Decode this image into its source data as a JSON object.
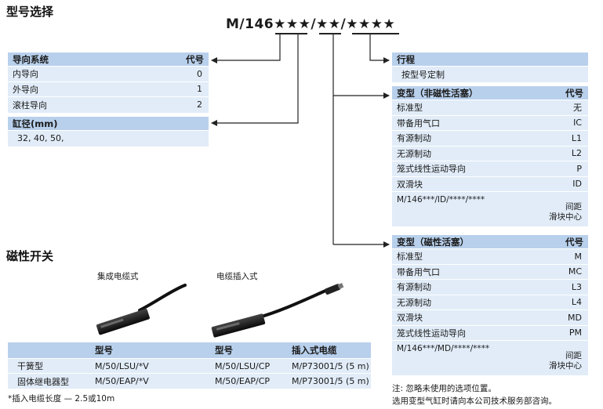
{
  "titles": {
    "model_selection": "型号选择",
    "magnetic_switch": "磁性开关"
  },
  "model_code": "M/146★★★/★★/★★★★",
  "guide_system": {
    "header_label": "导向系统",
    "header_code": "代号",
    "rows": [
      {
        "label": "内导向",
        "code": "0"
      },
      {
        "label": "外导向",
        "code": "1"
      },
      {
        "label": "滚柱导向",
        "code": "2"
      }
    ]
  },
  "bore": {
    "header_label": "缸径(mm)",
    "values": "32, 40, 50,"
  },
  "stroke": {
    "header_label": "行程",
    "value": "按型号定制"
  },
  "variant_nonmag": {
    "header_label": "变型（非磁性活塞）",
    "header_code": "代号",
    "rows": [
      {
        "label": "标准型",
        "code": "无"
      },
      {
        "label": "带备用气口",
        "code": "IC"
      },
      {
        "label": "有源制动",
        "code": "L1"
      },
      {
        "label": "无源制动",
        "code": "L2"
      },
      {
        "label": "笼式线性运动导向",
        "code": "P"
      },
      {
        "label": "双滑块",
        "code": "ID"
      }
    ],
    "example_code": "M/146***/ID/****/****",
    "example_label_1": "间距",
    "example_label_2": "滑块中心"
  },
  "variant_mag": {
    "header_label": "变型（磁性活塞）",
    "header_code": "代号",
    "rows": [
      {
        "label": "标准型",
        "code": "M"
      },
      {
        "label": "带备用气口",
        "code": "MC"
      },
      {
        "label": "有源制动",
        "code": "L3"
      },
      {
        "label": "无源制动",
        "code": "L4"
      },
      {
        "label": "双滑块",
        "code": "MD"
      },
      {
        "label": "笼式线性运动导向",
        "code": "PM"
      }
    ],
    "example_code": "M/146***/MD/****/****",
    "example_label_1": "间距",
    "example_label_2": "滑块中心"
  },
  "switch_photos": {
    "integrated_cable": "集成电缆式",
    "plug_in_cable": "电缆插入式"
  },
  "switch_table": {
    "headers": [
      "",
      "型号",
      "型号",
      "插入式电缆"
    ],
    "rows": [
      [
        "干簧型",
        "M/50/LSU/*V",
        "M/50/LSU/CP",
        "M/P73001/5 (5 m)"
      ],
      [
        "固体继电器型",
        "M/50/EAP/*V",
        "M/50/EAP/CP",
        "M/P73001/5 (5 m)"
      ]
    ]
  },
  "footnote_cable": "*插入电缆长度 — 2.5或10m",
  "notes": {
    "line1": "注: 忽略未使用的选项位置。",
    "line2": "选用变型气缸时请向本公司技术服务部咨询。"
  },
  "colors": {
    "table_header": "#b8d0ec",
    "table_row": "#e1ecf8"
  }
}
